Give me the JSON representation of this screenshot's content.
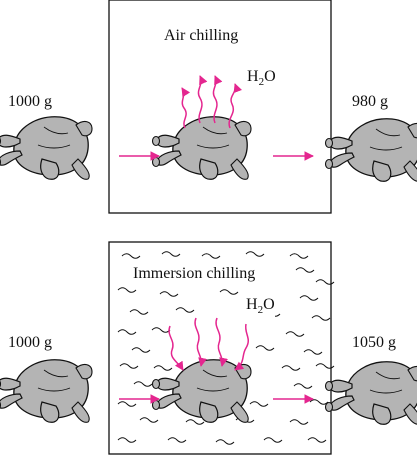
{
  "colors": {
    "arrow": "#e4268f",
    "chicken_fill": "#b4b4b4",
    "outline": "#111111",
    "water_wave": "#111111"
  },
  "panels": [
    {
      "name": "air",
      "title": "Air chilling",
      "water_label": "H",
      "water_sub": "2",
      "water_suffix": "O",
      "input_mass": "1000 g",
      "output_mass": "980 g",
      "water_flow": "out"
    },
    {
      "name": "immersion",
      "title": "Immersion chilling",
      "water_label": "H",
      "water_sub": "2",
      "water_suffix": "O",
      "input_mass": "1000 g",
      "output_mass": "1050 g",
      "water_flow": "in"
    }
  ],
  "icons": {
    "chicken": "chicken-carcass-icon",
    "wave": "water-wave-icon",
    "arrow": "arrow-icon"
  }
}
